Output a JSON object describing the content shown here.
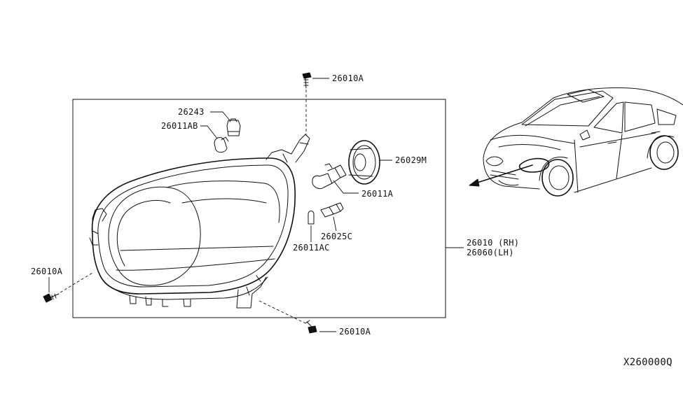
{
  "labels": {
    "bolt_top": "26010A",
    "bolt_left": "26010A",
    "bolt_bottom": "26010A",
    "socket": "26243",
    "bulb_small": "26011AB",
    "cap": "26029M",
    "bulb_main": "26011A",
    "socket_small": "26025C",
    "bulb_wedge": "26011AC",
    "assembly_rh": "26010 (RH)",
    "assembly_lh": "26060(LH)",
    "diagram_code": "X260000Q"
  }
}
